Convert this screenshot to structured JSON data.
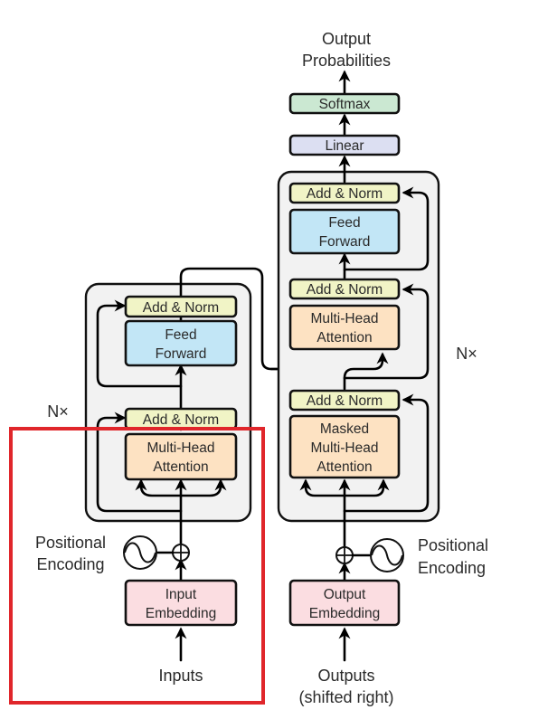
{
  "colors": {
    "add_norm": "#f1f4c6",
    "feed_forward": "#c2e6f6",
    "attention": "#fde2c2",
    "embedding": "#fbdde1",
    "linear": "#dcdff2",
    "softmax": "#cbe8d2",
    "stack_bg": "#f2f2f2",
    "highlight": "#e0262b"
  },
  "encoder": {
    "repeat_label": "N×",
    "add_norm_top": "Add & Norm",
    "feed_forward": [
      "Feed",
      "Forward"
    ],
    "add_norm_bottom": "Add & Norm",
    "attention": [
      "Multi-Head",
      "Attention"
    ],
    "positional_encoding": [
      "Positional",
      "Encoding"
    ],
    "embedding": [
      "Input",
      "Embedding"
    ],
    "input_label": "Inputs"
  },
  "decoder": {
    "repeat_label": "N×",
    "output_label": [
      "Output",
      "Probabilities"
    ],
    "softmax": "Softmax",
    "linear": "Linear",
    "add_norm_top": "Add & Norm",
    "feed_forward": [
      "Feed",
      "Forward"
    ],
    "add_norm_mid": "Add & Norm",
    "cross_attention": [
      "Multi-Head",
      "Attention"
    ],
    "add_norm_bottom": "Add & Norm",
    "masked_attention": [
      "Masked",
      "Multi-Head",
      "Attention"
    ],
    "positional_encoding": [
      "Positional",
      "Encoding"
    ],
    "embedding": [
      "Output",
      "Embedding"
    ],
    "input_label": [
      "Outputs",
      "(shifted right)"
    ]
  }
}
